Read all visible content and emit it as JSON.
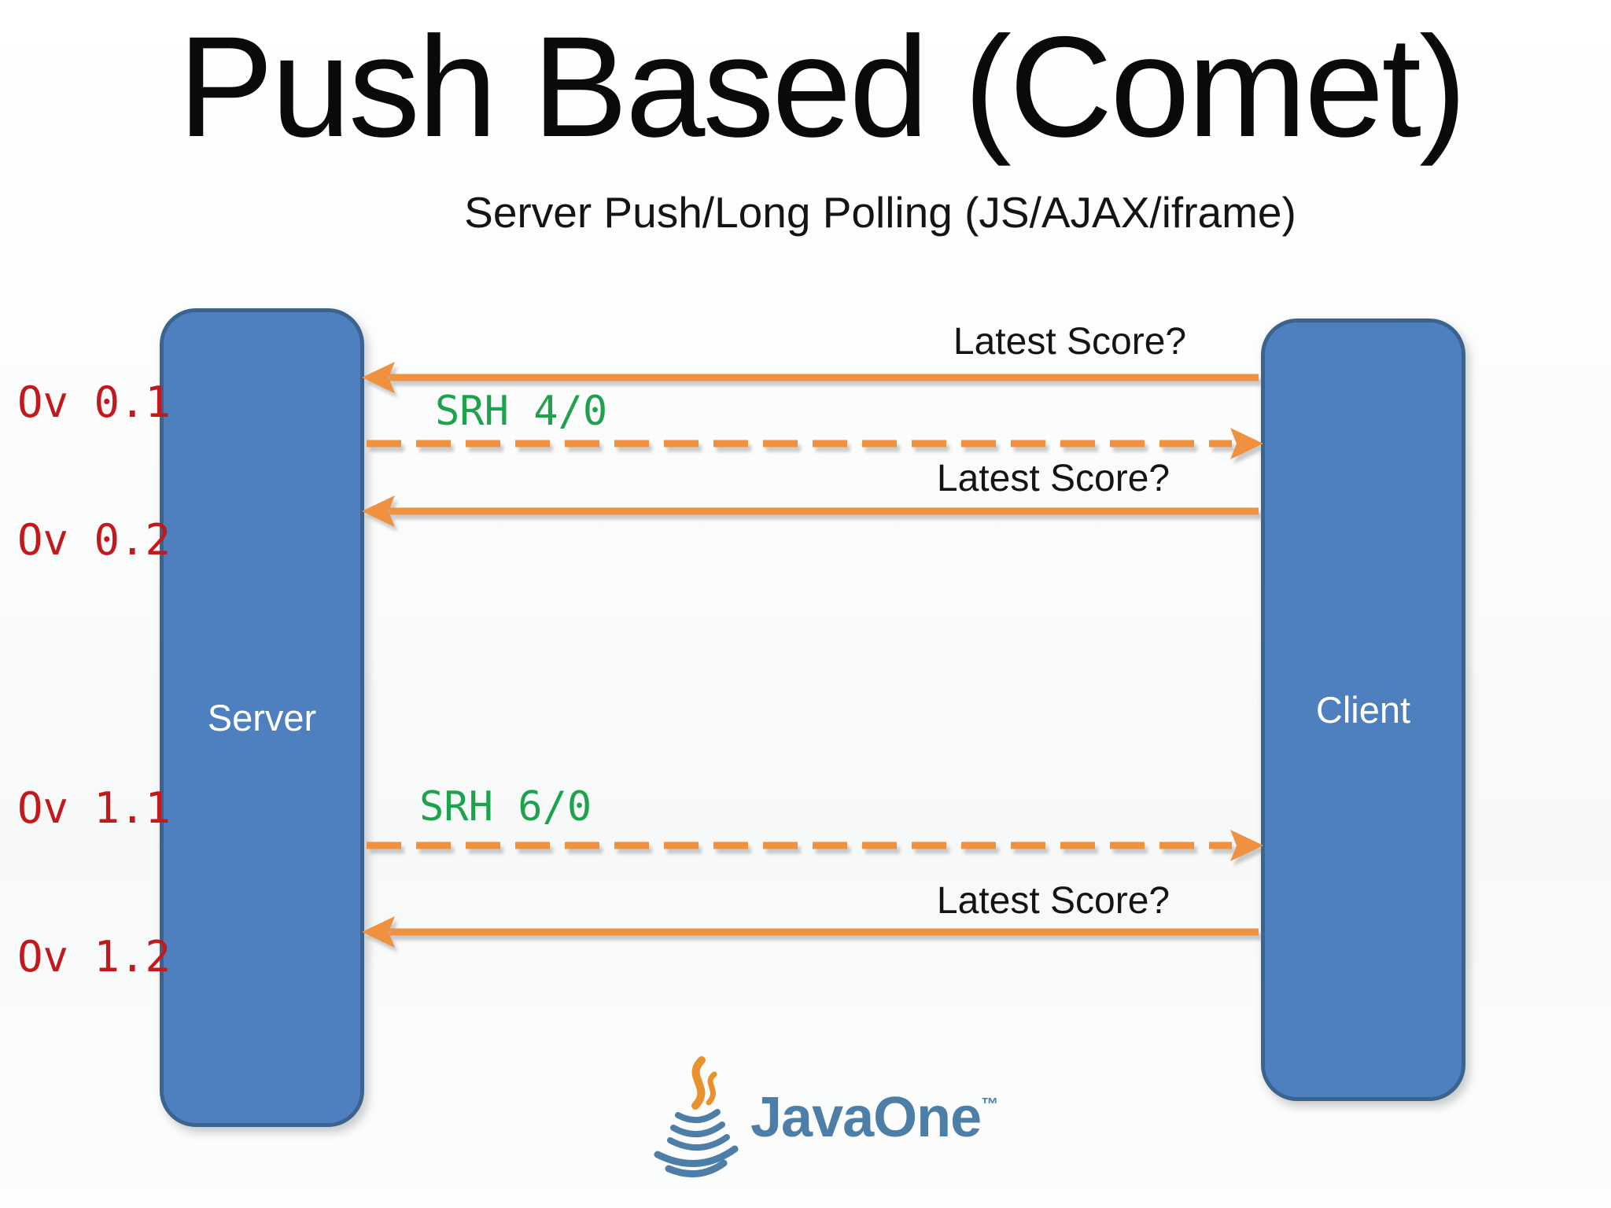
{
  "title": "Push Based (Comet)",
  "subtitle": "Server Push/Long Polling (JS/AJAX/iframe)",
  "server": {
    "label": "Server"
  },
  "client": {
    "label": "Client"
  },
  "overs": [
    {
      "label": "Ov 0.1"
    },
    {
      "label": "Ov 0.2"
    },
    {
      "label": "Ov 1.1"
    },
    {
      "label": "Ov 1.2"
    }
  ],
  "messages": [
    {
      "label": "Latest Score?",
      "from": "client",
      "to": "server",
      "style": "solid"
    },
    {
      "label": "SRH 4/0",
      "from": "server",
      "to": "client",
      "style": "dashed"
    },
    {
      "label": "Latest Score?",
      "from": "client",
      "to": "server",
      "style": "solid"
    },
    {
      "label": "SRH 6/0",
      "from": "server",
      "to": "client",
      "style": "dashed"
    },
    {
      "label": "Latest Score?",
      "from": "client",
      "to": "server",
      "style": "solid"
    }
  ],
  "logo": {
    "text": "JavaOne",
    "trademark": "™"
  },
  "colors": {
    "block_fill": "#4E80C0",
    "block_border": "#3A648F",
    "arrow_orange": "#F0913F",
    "over_red": "#C2191D",
    "score_green": "#1FA24E",
    "logo_blue": "#4D7EA8",
    "steam_orange": "#E8912D"
  }
}
